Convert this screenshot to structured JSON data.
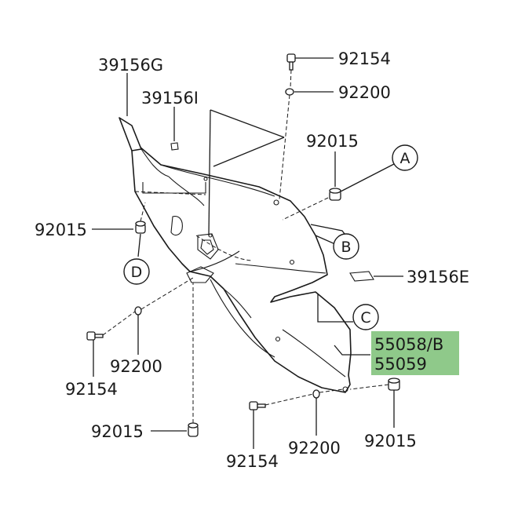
{
  "parts": {
    "p39156G": "39156G",
    "p39156I": "39156I",
    "p92154_top": "92154",
    "p92200_top": "92200",
    "p92015_right": "92015",
    "p92015_left": "92015",
    "p39156E": "39156E",
    "p55058B": "55058/B",
    "p55059": "55059",
    "p92200_left": "92200",
    "p92154_left": "92154",
    "p92015_bottom_left": "92015",
    "p92154_bottom": "92154",
    "p92200_bottom": "92200",
    "p92015_bottom_right": "92015"
  },
  "callouts": {
    "A": "A",
    "B": "B",
    "C": "C",
    "D": "D"
  },
  "colors": {
    "highlight": "#8fc98a",
    "line": "#1a1a1a"
  }
}
